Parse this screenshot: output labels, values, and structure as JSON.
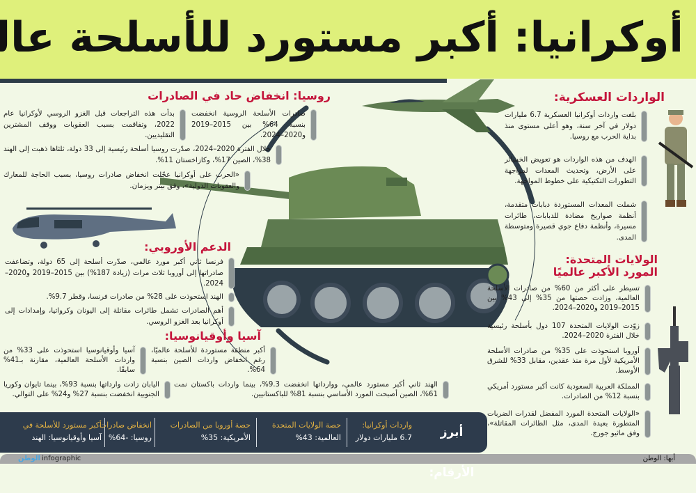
{
  "title": "أوكرانيا: أكبر مستورد للأسلحة عالميًا",
  "imports": {
    "heading": "الواردات العسكرية:",
    "bullets": [
      "بلغت واردات أوكرانيا العسكرية 6.7 مليارات دولار في آخر سنة، وهو أعلى مستوى منذ بداية الحرب مع روسيا.",
      "الهدف من هذه الواردات هو تعويض الخسائر على الأرض، وتحديث المعدات لمواجهة التطورات التكتيكية على خطوط المواجهة.",
      "شملت المعدات المستوردة دبابات متقدمة، أنظمة صواريخ مضادة للدبابات، طائرات مسيرة، وأنظمة دفاع جوي قصيرة ومتوسطة المدى."
    ]
  },
  "russia": {
    "heading": "روسيا: انخفاض حاد في الصادرات",
    "bullets": [
      "صادرات الأسلحة الروسية انخفضت بنسبة 64% بين 2015–2019 و2020–2024.",
      "بدأت هذه التراجعات قبل الغزو الروسي لأوكرانيا عام 2022، وتفاقمت بسبب العقوبات ووقف المشترين التقليديين.",
      "خلال الفترة 2020–2024، صدّرت روسيا أسلحة رئيسية إلى 33 دولة، ثلثاها ذهبت إلى الهند 38%، الصين 17%، وكازاخستان 11%.",
      "«الحرب على أوكرانيا عجّلت انخفاض صادرات روسيا، بسبب الحاجة للمعارك والعقوبات الدولية»، وفق بيتر ويزمان."
    ]
  },
  "europe": {
    "heading": "الدعم الأوروبي:",
    "bullets": [
      "فرنسا ثاني أكبر مورد عالمي، صدّرت أسلحة إلى 65 دولة، وتضاعفت صادراتها إلى أوروبا ثلاث مرات (زيادة 187%) بين 2015–2019 و2020–2024.",
      "الهند استحوذت على 28% من صادرات فرنسا، وقطر 9.7%.",
      "أهم الصادرات تشمل طائرات مقاتلة إلى اليونان وكرواتيا، وإمدادات إلى أوكرانيا بعد الغزو الروسي."
    ]
  },
  "asia": {
    "heading": "آسيا وأوقيانوسيا:",
    "bullets": [
      "أكبر منطقة مستوردة للأسلحة عالميًا، رغم انخفاض واردات الصين بنسبة 64%.",
      "آسيا وأوقيانوسيا استحوذت على 33% من واردات الأسلحة العالمية، مقارنة بـ41% سابقًا.",
      "الهند ثاني أكبر مستورد عالمي، ووارداتها انخفضت 9.3%، بينما واردات باكستان نمت 61%، الصين أصبحت المورد الأساسي بنسبة 81% للباكستانيين.",
      "اليابان زادت وارداتها بنسبة 93%، بينما تايوان وكوريا الجنوبية انخفضت بنسبة 27% و24% على التوالي."
    ]
  },
  "usa": {
    "heading_line1": "الولايات المتحدة:",
    "heading_line2": "المورد الأكبر عالميًا",
    "bullets": [
      "تسيطر على أكثر من 60% من صادرات الأسلحة العالمية، وزادت حصتها من 35% إلى 43% بين 2015–2019 و2020–2024.",
      "زوّدت الولايات المتحدة 107 دول بأسلحة رئيسية خلال الفترة 2020–2024.",
      "أوروبا استحوذت على 35% من صادرات الأسلحة الأمريكية لأول مرة منذ عقدين، مقابل 33% للشرق الأوسط.",
      "المملكة العربية السعودية كانت أكبر مستورد أمريكي بنسبة 12% من الصادرات.",
      "«الولايات المتحدة المورد المفضل لقدرات الضربات المتطورة بعيدة المدى، مثل الطائرات المقاتلة»، وفق ماثيو جورج."
    ]
  },
  "key_figures": {
    "label": "أبرز الأرقام:",
    "stats": [
      {
        "k": "واردات أوكرانيا:",
        "v": "6.7 مليارات دولار"
      },
      {
        "k": "حصة الولايات المتحدة",
        "v": "العالمية: 43%"
      },
      {
        "k": "حصة أوروبا من الصادرات",
        "v": "الأمريكية: 35%"
      },
      {
        "k": "انخفاض صادرات",
        "v": "روسيا: -64%"
      },
      {
        "k": "أكبر مستورد للأسلحة في",
        "v": "آسيا وأوقيانوسيا: الهند"
      }
    ]
  },
  "footer": {
    "logo": "الوطن",
    "tag": "infographic",
    "credit": "أبها: الوطن"
  },
  "colors": {
    "header": "#dff07b",
    "heading": "#c4153b",
    "banner": "#2d3b4c",
    "accent": "#e2b142"
  }
}
